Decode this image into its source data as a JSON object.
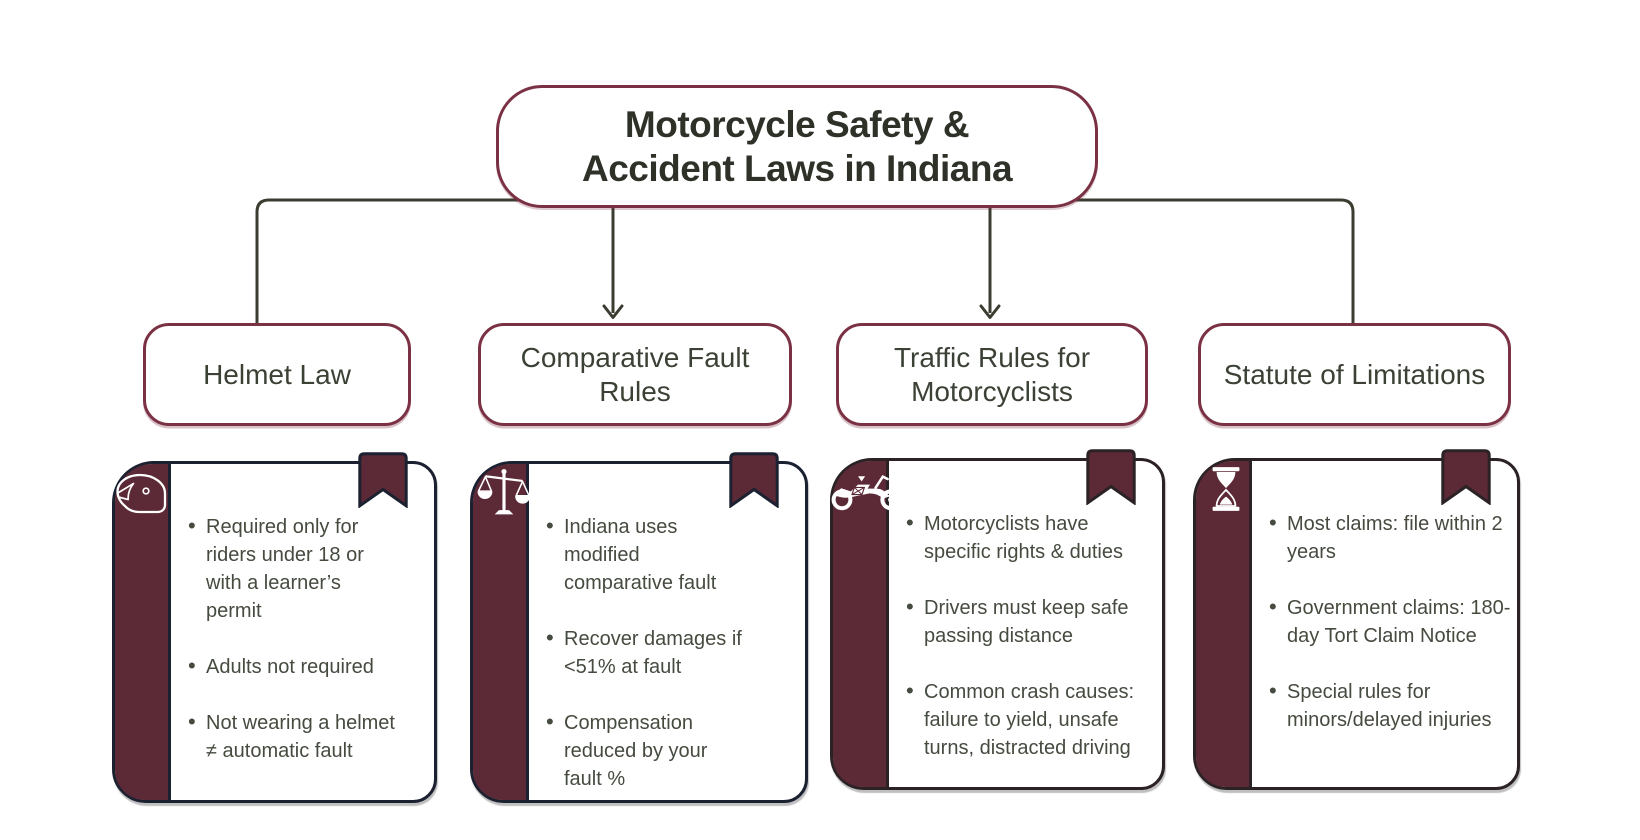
{
  "title": {
    "line1": "Motorcycle Safety &",
    "line2": "Accident Laws in Indiana"
  },
  "colors": {
    "maroon": "#5c2936",
    "wine": "#7b3144",
    "line": "#3a3d30",
    "ink": "#2d3127",
    "text": "#454b3f",
    "cat_text": "#3b4135",
    "card_border_navy": "#1b2130",
    "card_border_brown": "#2b2225",
    "background": "#ffffff"
  },
  "branches": [
    {
      "label": "Helmet Law",
      "icon": "helmet-icon",
      "bullets": [
        "Required only for riders under 18 or with a learner’s permit",
        "Adults not required",
        "Not wearing a helmet ≠ automatic fault"
      ]
    },
    {
      "label": "Comparative Fault Rules",
      "icon": "scales-icon",
      "bullets": [
        "Indiana uses modified comparative fault",
        "Recover damages if <51% at fault",
        "Compensation reduced by your fault %"
      ]
    },
    {
      "label": "Traffic Rules for Motorcyclists",
      "icon": "motorcycle-icon",
      "bullets": [
        "Motorcyclists have specific rights & duties",
        "Drivers must keep safe passing distance",
        "Common crash causes: failure to yield, unsafe turns, distracted driving"
      ]
    },
    {
      "label": "Statute of Limitations",
      "icon": "hourglass-icon",
      "bullets": [
        "Most claims: file within 2 years",
        "Government claims: 180-day Tort Claim Notice",
        "Special rules for minors/delayed injuries"
      ]
    }
  ]
}
